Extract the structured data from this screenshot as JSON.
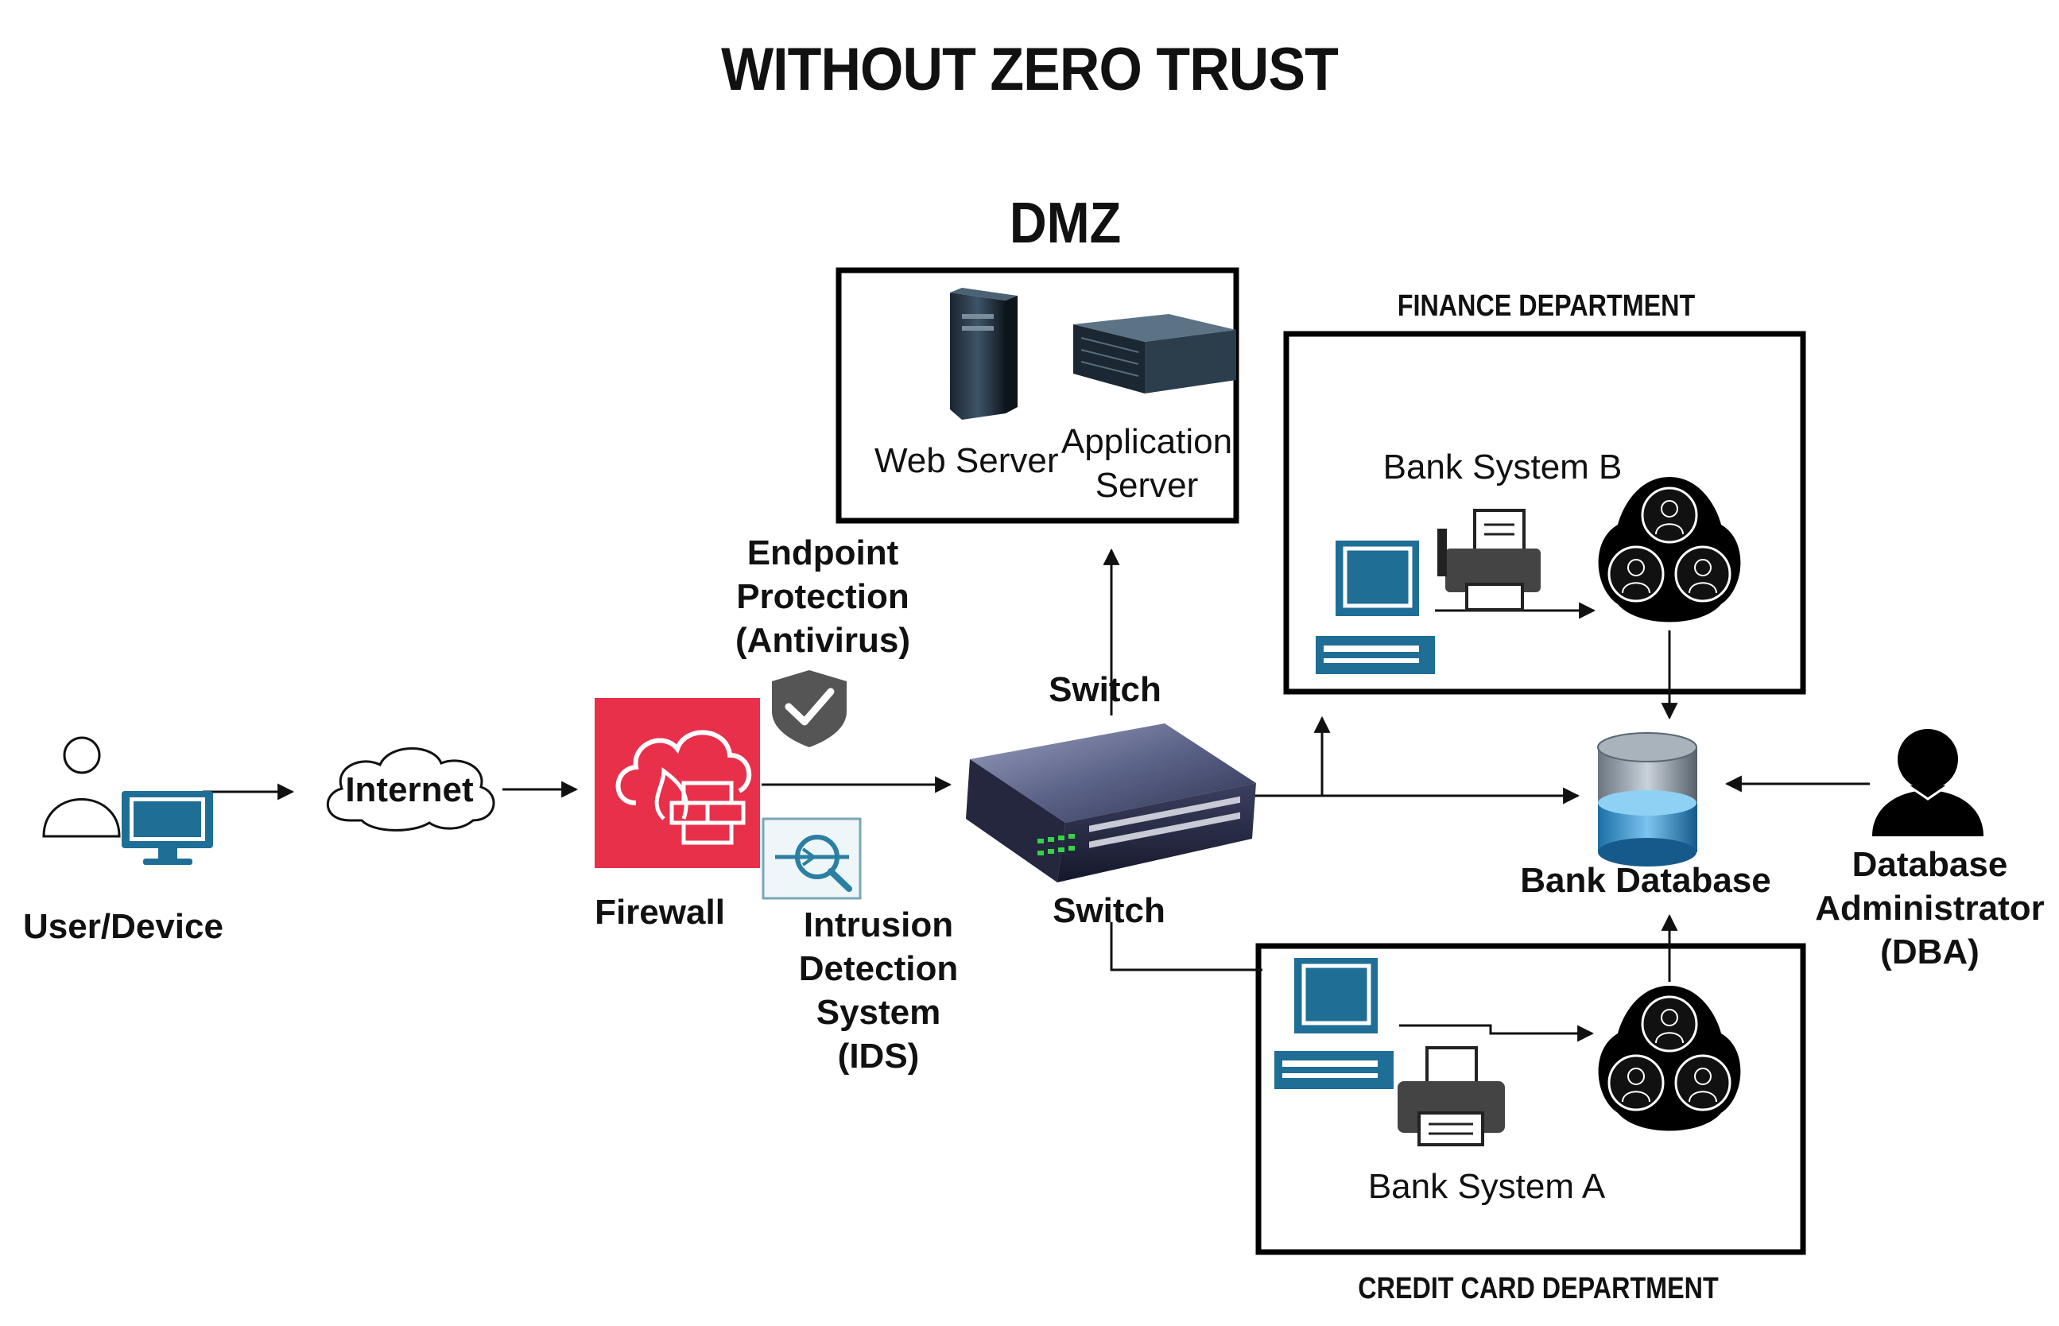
{
  "title": "WITHOUT ZERO TRUST",
  "dmz": {
    "label": "DMZ",
    "web_server": "Web Server",
    "app_server_line1": "Application",
    "app_server_line2": "Server"
  },
  "finance": {
    "label": "FINANCE DEPARTMENT",
    "system": "Bank System B"
  },
  "credit_card": {
    "label": "CREDIT CARD DEPARTMENT",
    "system": "Bank System A"
  },
  "nodes": {
    "user_device": "User/Device",
    "internet": "Internet",
    "firewall": "Firewall",
    "endpoint_line1": "Endpoint",
    "endpoint_line2": "Protection",
    "endpoint_line3": "(Antivirus)",
    "ids_line1": "Intrusion",
    "ids_line2": "Detection",
    "ids_line3": "System",
    "ids_line4": "(IDS)",
    "switch_top": "Switch",
    "switch_bottom": "Switch",
    "bank_database": "Bank Database",
    "dba_line1": "Database",
    "dba_line2": "Administrator",
    "dba_line3": "(DBA)"
  },
  "colors": {
    "firewall_red": "#e8304b",
    "monitor_blue": "#1f6e96",
    "ids_blue": "#2b7fa0",
    "line": "#111111"
  },
  "icons": [
    "user-device-icon",
    "cloud-icon",
    "firewall-icon",
    "shield-check-icon",
    "ids-icon",
    "network-switch-icon",
    "tower-server-icon",
    "rack-server-icon",
    "computer-icon",
    "printer-icon",
    "user-group-icon",
    "database-icon",
    "admin-user-icon"
  ]
}
